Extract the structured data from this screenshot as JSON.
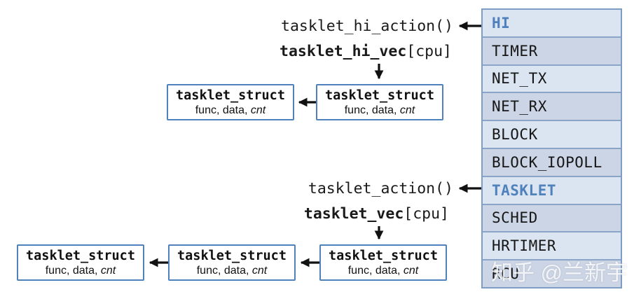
{
  "colors": {
    "accent_blue": "#4f81bd",
    "box_border": "#4f81bd",
    "table_border": "#7e9cc4",
    "row_separator": "#8aa5c8",
    "row_light_bg": "#dbe5f1",
    "row_dark_bg": "#ccd5e5",
    "arrow_black": "#111111"
  },
  "hi_section": {
    "action_label": "tasklet_hi_action()",
    "vec_name": "tasklet_hi_vec",
    "vec_index": "[cpu]"
  },
  "tasklet_section": {
    "action_label": "tasklet_action()",
    "vec_name": "tasklet_vec",
    "vec_index": "[cpu]"
  },
  "node": {
    "title": "tasklet_struct",
    "fields": "func, data, ",
    "fields_italic": "cnt"
  },
  "softirq_table": {
    "rows": [
      {
        "label": "HI",
        "highlighted": true
      },
      {
        "label": "TIMER",
        "highlighted": false
      },
      {
        "label": "NET_TX",
        "highlighted": false
      },
      {
        "label": "NET_RX",
        "highlighted": false
      },
      {
        "label": "BLOCK",
        "highlighted": false
      },
      {
        "label": "BLOCK_IOPOLL",
        "highlighted": false
      },
      {
        "label": "TASKLET",
        "highlighted": true
      },
      {
        "label": "SCHED",
        "highlighted": false
      },
      {
        "label": "HRTIMER",
        "highlighted": false
      },
      {
        "label": "RCU",
        "highlighted": false
      }
    ]
  },
  "watermark": "知乎 @兰新宇"
}
